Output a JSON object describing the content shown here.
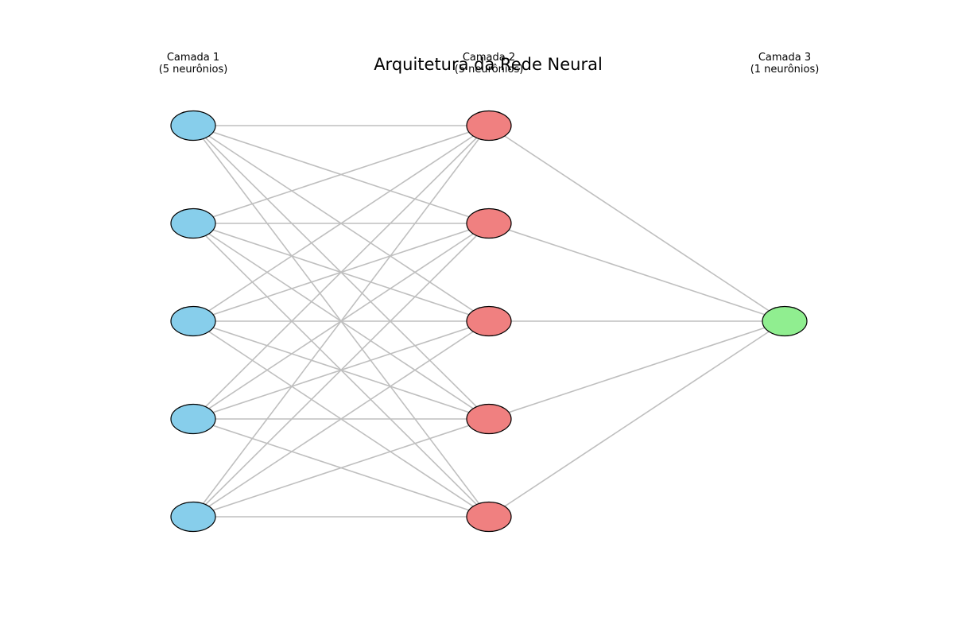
{
  "title": "Arquitetura da Rede Neural",
  "colors": {
    "edge": "#bfbfbf",
    "node_stroke": "#000000"
  },
  "layers": [
    {
      "name": "Camada 1",
      "count_label": "(5 neurônios)",
      "neurons": 5,
      "color": "#87ceeb"
    },
    {
      "name": "Camada 2",
      "count_label": "(5 neurônios)",
      "neurons": 5,
      "color": "#f08080"
    },
    {
      "name": "Camada 3",
      "count_label": "(1 neurônios)",
      "neurons": 1,
      "color": "#90ee90"
    }
  ]
}
